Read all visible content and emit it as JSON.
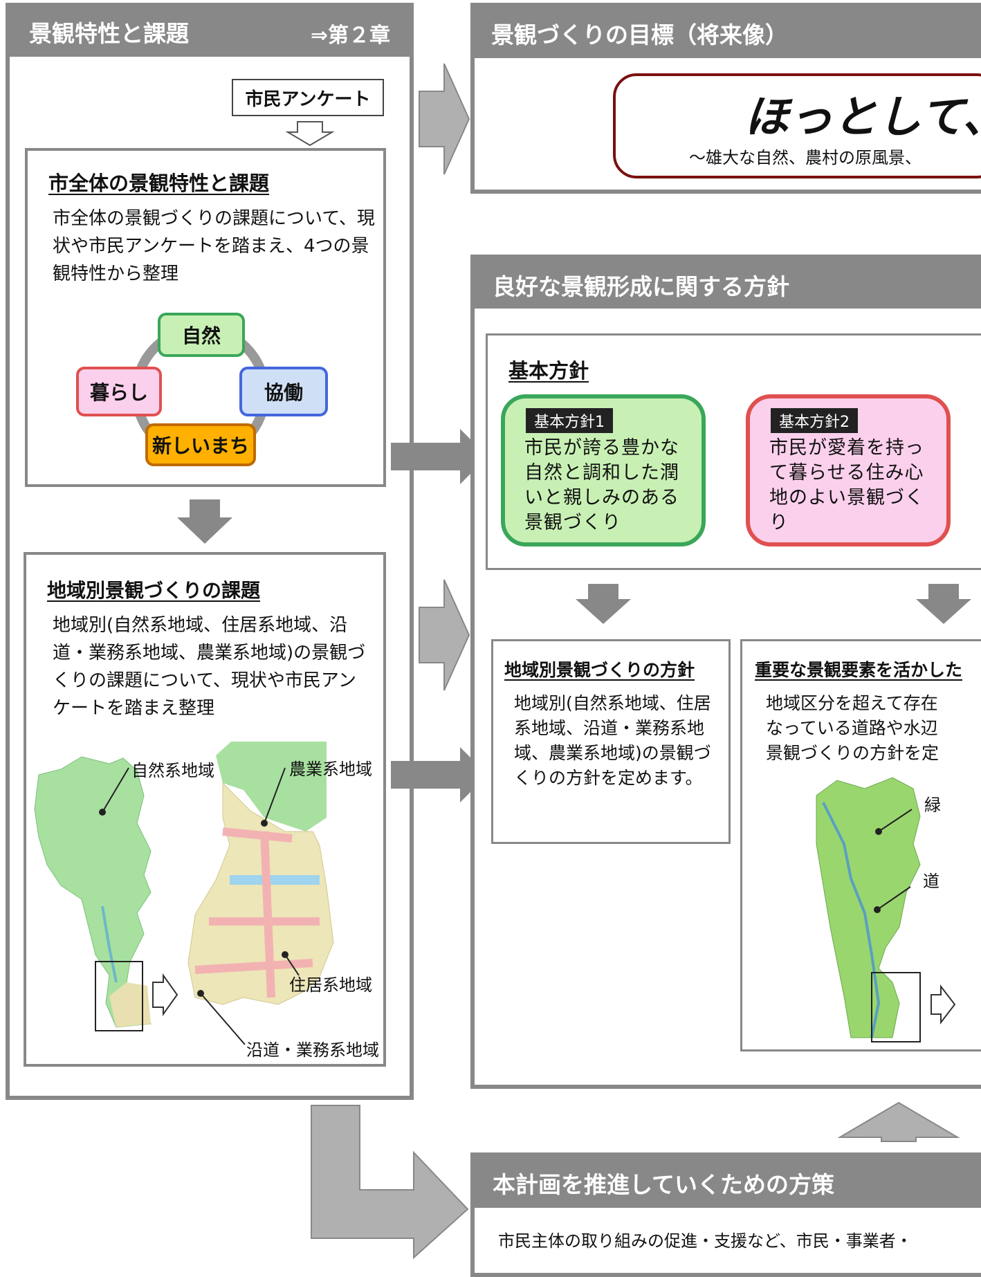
{
  "left_panel": {
    "title": "景観特性と課題",
    "chapter_ref": "⇒第２章",
    "survey_label": "市民アンケート",
    "whole_city": {
      "heading": "市全体の景観特性と課題",
      "text": "市全体の景観づくりの課題について、現状や市民アンケートを踏まえ、4つの景観特性から整理",
      "nodes": {
        "nature": "自然",
        "cooperation": "協働",
        "new_town": "新しいまち",
        "living": "暮らし"
      }
    },
    "regional": {
      "heading": "地域別景観づくりの課題",
      "text": "地域別(自然系地域、住居系地域、沿道・業務系地域、農業系地域)の景観づくりの課題について、現状や市民アンケートを踏まえ整理",
      "map_labels": {
        "nature_area": "自然系地域",
        "farm_area": "農業系地域",
        "residential_area": "住居系地域",
        "roadside_area": "沿道・業務系地域"
      }
    }
  },
  "goal_panel": {
    "title": "景観づくりの目標（将来像）",
    "slogan": "ほっとして、",
    "subtitle": "～雄大な自然、農村の原風景、"
  },
  "policy_panel": {
    "title": "良好な景観形成に関する方針",
    "basic_heading": "基本方針",
    "policy1": {
      "tag": "基本方針1",
      "text": "市民が誇る豊かな自然と調和した潤いと親しみのある景観づくり"
    },
    "policy2": {
      "tag": "基本方針2",
      "text": "市民が愛着を持って暮らせる住み心地のよい景観づくり"
    },
    "regional_policy": {
      "heading": "地域別景観づくりの方針",
      "text": "地域別(自然系地域、住居系地域、沿道・業務系地域、農業系地域)の景観づくりの方針を定めます。"
    },
    "key_elements": {
      "heading": "重要な景観要素を活かした",
      "text": "地域区分を超えて存在なっている道路や水辺景観づくりの方針を定",
      "label_green": "緑",
      "label_road": "道"
    }
  },
  "measures_panel": {
    "title": "本計画を推進していくための方策",
    "text": "市民主体の取り組みの促進・支援など、市民・事業者・"
  },
  "colors": {
    "frame_gray": "#888888",
    "arrow_gray": "#b0b0b0",
    "nature_green": "#c8f0b4",
    "nature_border": "#3aa65a",
    "coop_blue": "#cfe0f6",
    "coop_border": "#4466dd",
    "newtown_orange": "#ffb000",
    "newtown_border": "#c06a00",
    "living_pink": "#fbd0ec",
    "living_border": "#e05050",
    "slogan_border": "#7a1010"
  }
}
